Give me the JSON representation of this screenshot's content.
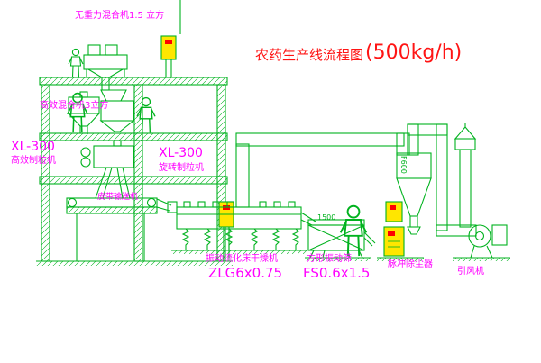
{
  "title": {
    "main": "农药生产线流程图",
    "capacity": "(500kg/h)"
  },
  "labels": {
    "mixer_top": "无重力混合机1.5 立方",
    "mixer_second": "高效混合机3立方",
    "granulator_left_model": "XL-300",
    "granulator_left_name": "高效制粒机",
    "granulator_mid_model": "XL-300",
    "granulator_mid_name": "旋转制粒机",
    "belt_conveyor": "皮带输送机",
    "dryer_name": "振动流化床干燥机",
    "dryer_model": "ZLG6x0.75",
    "sieve_name": "方形振动筛",
    "sieve_model": "FS0.6x1.5",
    "dust_collector": "脉冲除尘器",
    "fan": "引风机",
    "cyclone_tag": "F600",
    "sieve_dim": "1500"
  },
  "colors": {
    "line_green": "#00B21E",
    "label_magenta": "#FF00FF",
    "title_red": "#FF1414",
    "panel_yellow": "#FFE600",
    "button_red": "#FF0000"
  }
}
